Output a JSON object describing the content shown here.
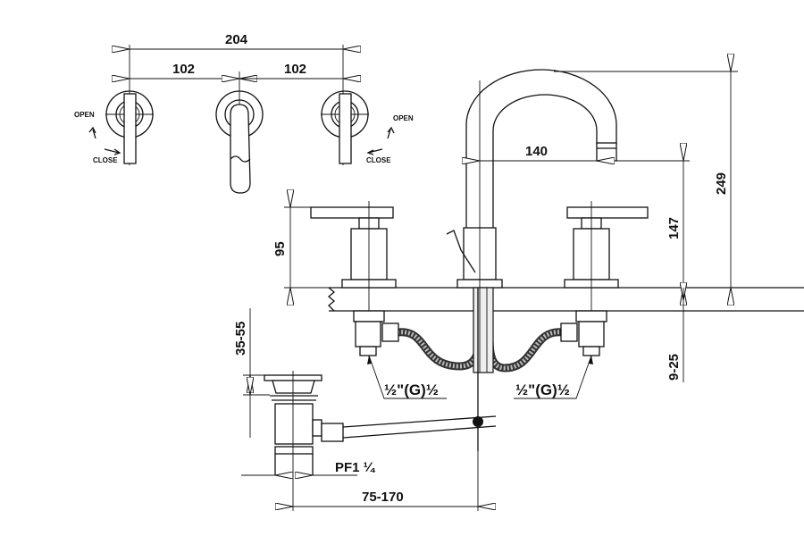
{
  "top_view": {
    "overall_width": "204",
    "left_spacing": "102",
    "right_spacing": "102",
    "left_handle": {
      "open_label": "OPEN",
      "close_label": "CLOSE"
    },
    "right_handle": {
      "open_label": "OPEN",
      "close_label": "CLOSE"
    }
  },
  "side_view": {
    "spout_reach": "140",
    "spout_height_total": "249",
    "spout_outlet_height": "147",
    "handle_height": "95",
    "deck_thickness_range": "9-25",
    "left_connection": "½\"(G)½",
    "right_connection": "½\"(G)½"
  },
  "drain": {
    "height_range": "35-55",
    "thread_label": "PF1 ¼",
    "distance_range": "75-170"
  }
}
